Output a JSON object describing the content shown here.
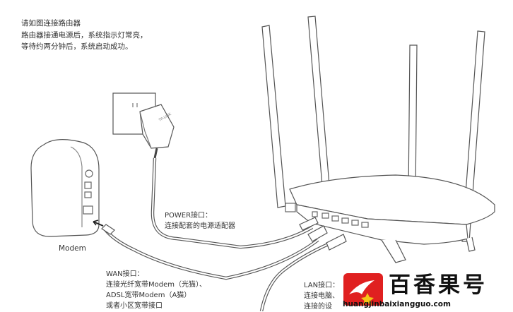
{
  "intro": {
    "line1": "请如图连接路由器",
    "line2": "路由器接通电源后，系统指示灯常亮，",
    "line3": "等待约两分钟后，系统启动成功。"
  },
  "modem": {
    "label": "Modem"
  },
  "adapter": {
    "brand": "TP-LINK"
  },
  "power_port": {
    "title": "POWER接口：",
    "desc": "连接配套的电源适配器"
  },
  "wan_port": {
    "title": "WAN接口：",
    "line1": "连接光纤宽带Modem（光猫）、",
    "line2": "ADSL宽带Modem（A猫）",
    "line3": "或者小区宽带接口"
  },
  "lan_port": {
    "title": "LAN接口：",
    "line1": "连接电脑、",
    "line2": "连接的设"
  },
  "watermark": {
    "title": "百香果号",
    "url": "huangjinbaixiangguo.com",
    "colors": {
      "red": "#e02020",
      "yellow": "#f5c518"
    }
  }
}
